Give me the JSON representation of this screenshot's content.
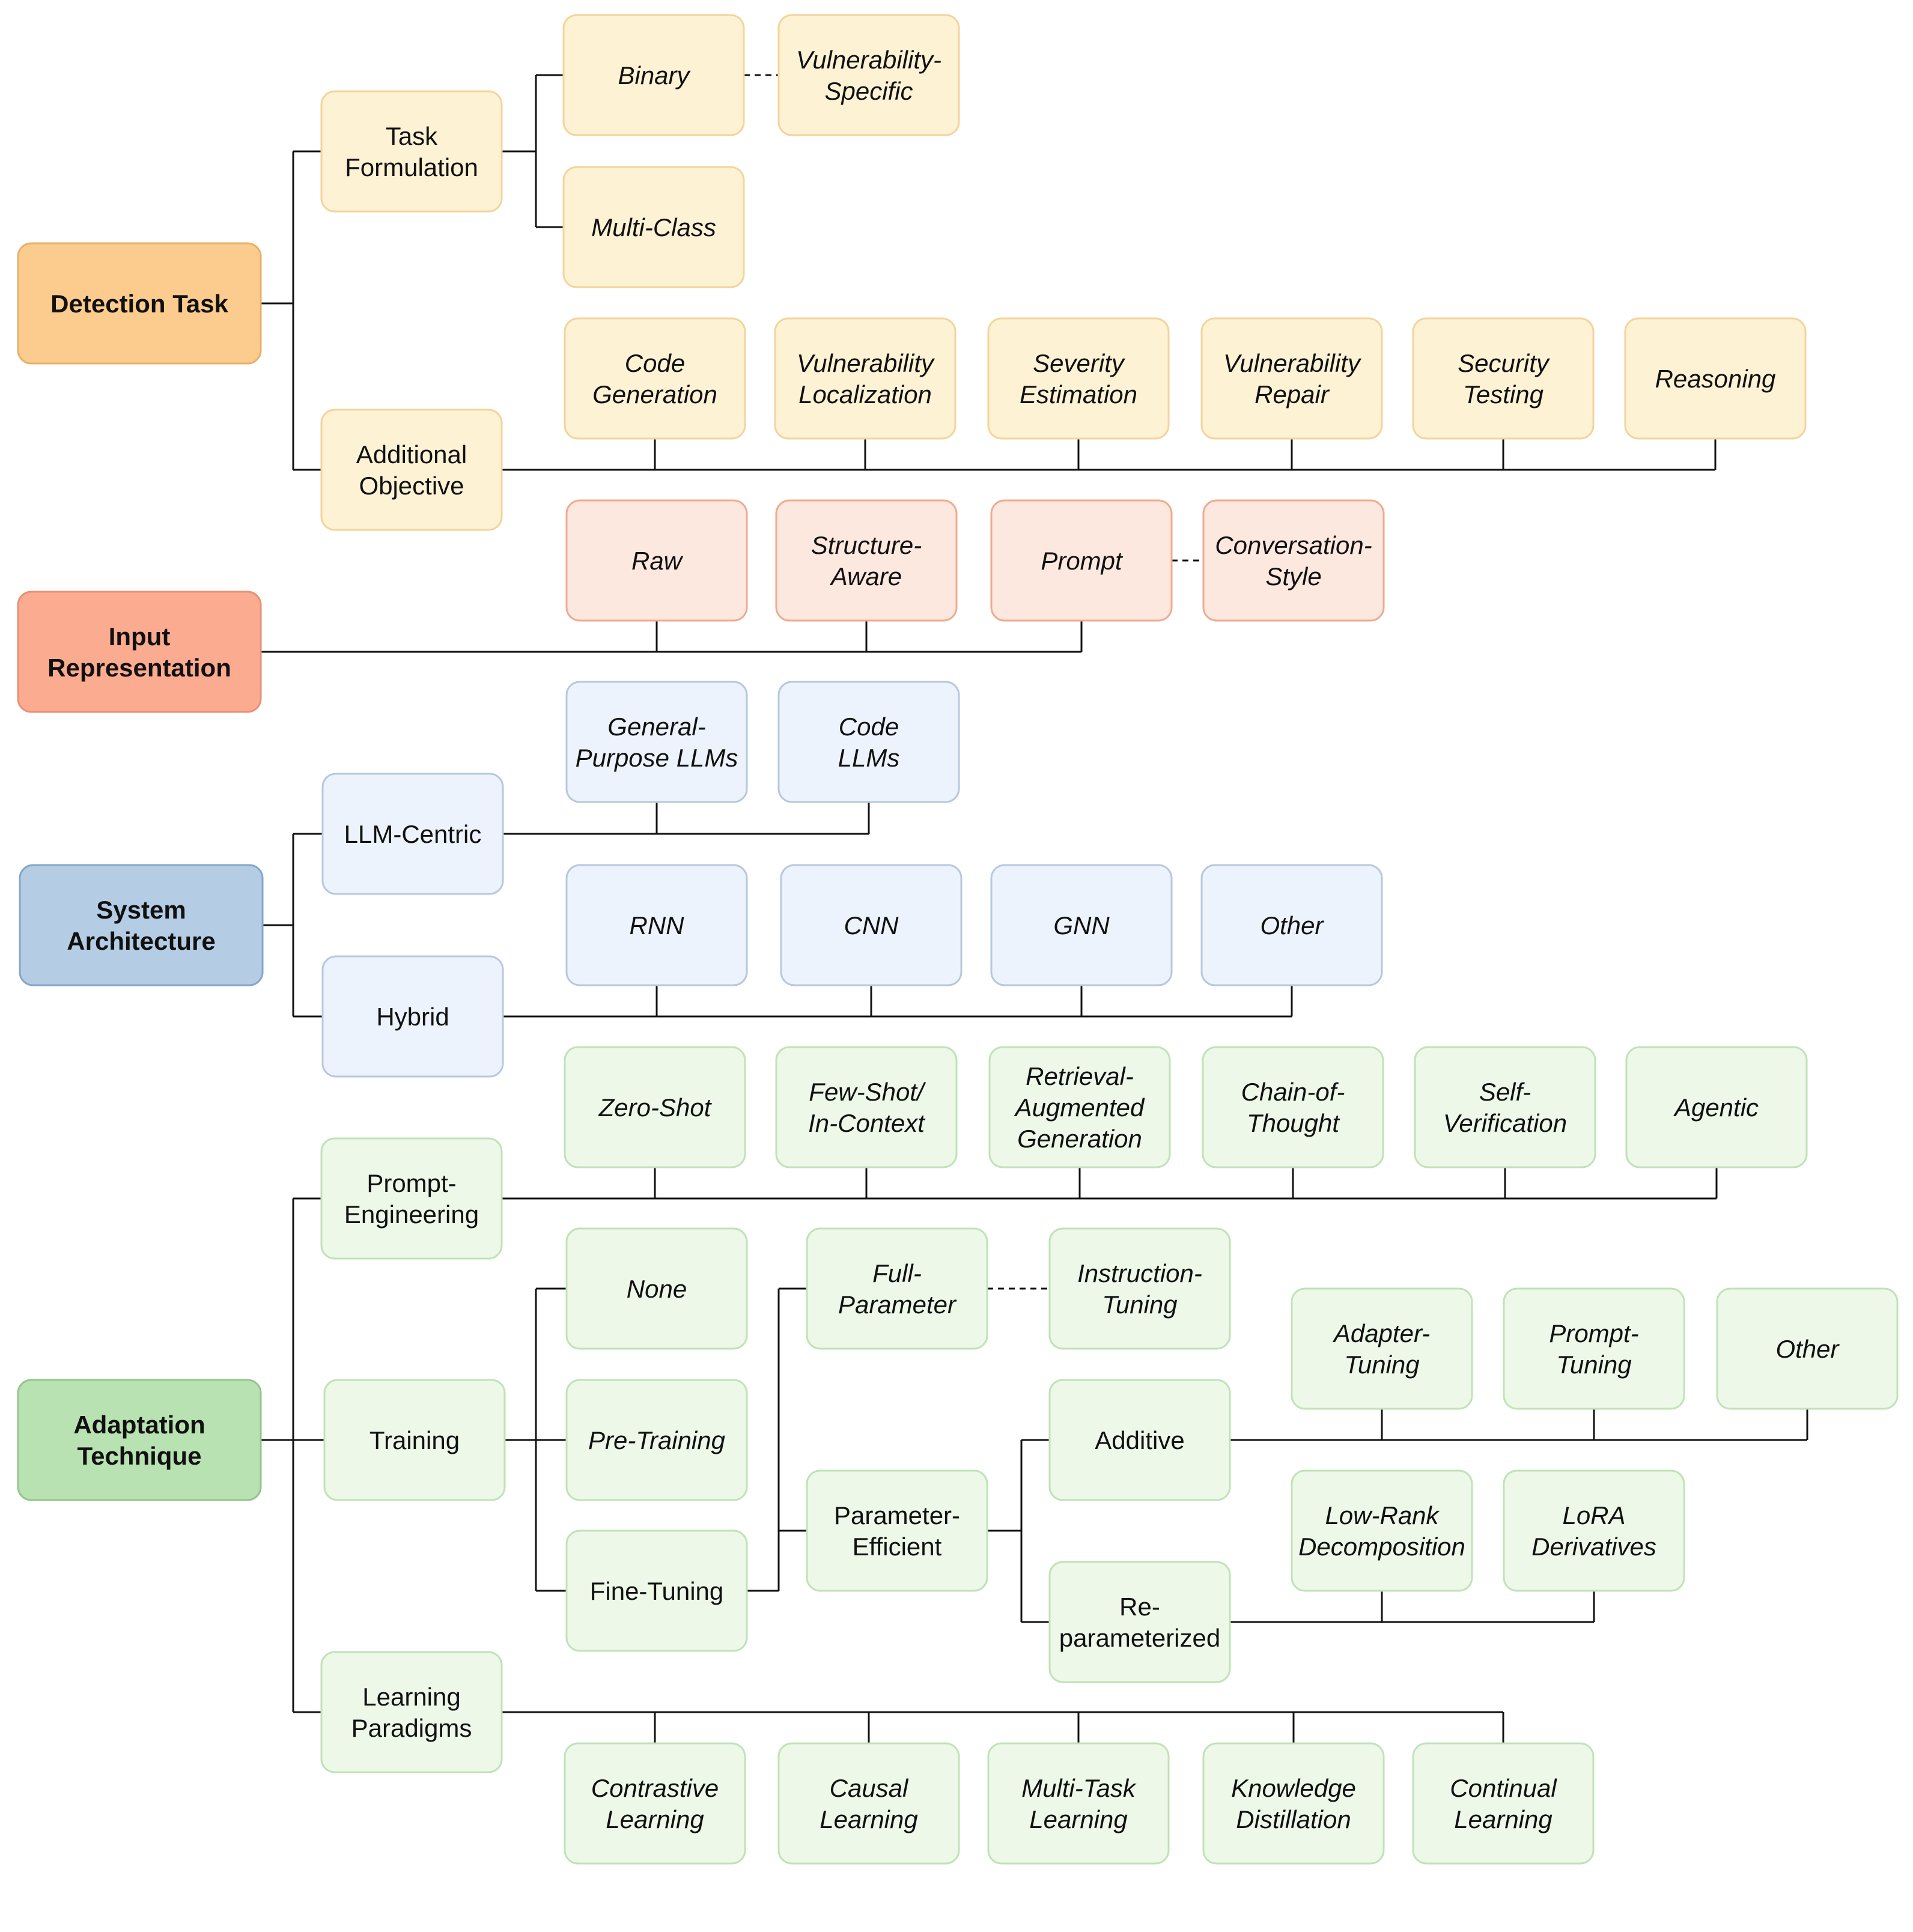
{
  "palette": {
    "detection": {
      "root_fill": "#fccb8e",
      "root_stroke": "#e8b06a",
      "fill": "#fef2d5",
      "stroke": "#f3d49c"
    },
    "input": {
      "root_fill": "#faab90",
      "root_stroke": "#e99076",
      "fill": "#fde8e0",
      "stroke": "#efaa92"
    },
    "architecture": {
      "root_fill": "#b4cde4",
      "root_stroke": "#86a6c6",
      "fill": "#edf3fc",
      "stroke": "#b7c8de"
    },
    "adaptation": {
      "root_fill": "#b8e2b1",
      "root_stroke": "#95c48d",
      "fill": "#edf8e9",
      "stroke": "#bfe3b7"
    },
    "line": "#111111"
  },
  "nodes": {
    "detection_task": "Detection Task",
    "task_formulation": "Task\nFormulation",
    "binary": "Binary",
    "vulnerability_specific": "Vulnerability-\nSpecific",
    "multi_class": "Multi-Class",
    "additional_objective": "Additional\nObjective",
    "code_generation": "Code\nGeneration",
    "vulnerability_localization": "Vulnerability\nLocalization",
    "severity_estimation": "Severity\nEstimation",
    "vulnerability_repair": "Vulnerability\nRepair",
    "security_testing": "Security\nTesting",
    "reasoning": "Reasoning",
    "input_representation": "Input\nRepresentation",
    "raw": "Raw",
    "structure_aware": "Structure-\nAware",
    "prompt": "Prompt",
    "conversation_style": "Conversation-\nStyle",
    "system_architecture": "System\nArchitecture",
    "llm_centric": "LLM-Centric",
    "general_purpose_llms": "General-\nPurpose LLMs",
    "code_llms": "Code\nLLMs",
    "hybrid": "Hybrid",
    "rnn": "RNN",
    "cnn": "CNN",
    "gnn": "GNN",
    "other_arch": "Other",
    "adaptation_technique": "Adaptation\nTechnique",
    "prompt_engineering": "Prompt-\nEngineering",
    "zero_shot": "Zero-Shot",
    "few_shot": "Few-Shot/\nIn-Context",
    "rag": "Retrieval-\nAugmented\nGeneration",
    "chain_of_thought": "Chain-of-\nThought",
    "self_verification": "Self-\nVerification",
    "agentic": "Agentic",
    "training": "Training",
    "none": "None",
    "pre_training": "Pre-Training",
    "fine_tuning": "Fine-Tuning",
    "full_parameter": "Full-\nParameter",
    "instruction_tuning": "Instruction-\nTuning",
    "parameter_efficient": "Parameter-\nEfficient",
    "additive": "Additive",
    "adapter_tuning": "Adapter-\nTuning",
    "prompt_tuning": "Prompt-\nTuning",
    "other_additive": "Other",
    "reparameterized": "Re-\nparameterized",
    "low_rank": "Low-Rank\nDecomposition",
    "lora_derivatives": "LoRA\nDerivatives",
    "learning_paradigms": "Learning\nParadigms",
    "contrastive": "Contrastive\nLearning",
    "causal": "Causal\nLearning",
    "multi_task": "Multi-Task\nLearning",
    "knowledge_distillation": "Knowledge\nDistillation",
    "continual": "Continual\nLearning"
  }
}
